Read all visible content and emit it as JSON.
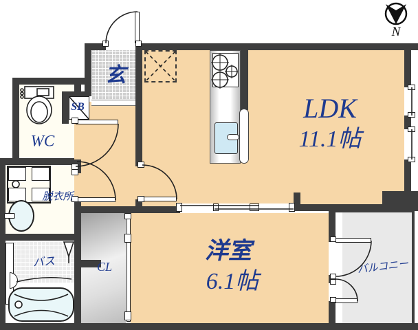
{
  "title": "apartment-floor-plan",
  "compass": {
    "label": "N"
  },
  "rooms": {
    "genkan": {
      "label": "玄"
    },
    "shoebox": {
      "label": "SB"
    },
    "wc": {
      "label": "WC"
    },
    "dressing": {
      "label": "脱衣所"
    },
    "bath": {
      "label": "バス"
    },
    "closet": {
      "label": "CL"
    },
    "ldk": {
      "label": "LDK",
      "area": "11.1帖"
    },
    "western_room": {
      "label": "洋室",
      "area": "6.1帖"
    },
    "balcony": {
      "label": "バルコニー"
    }
  },
  "colors": {
    "wall": "#3e3e3e",
    "room_floor": "#f7d7a8",
    "genkan_tile": "#cfcfcf",
    "balcony_floor": "#e9e9e9",
    "closet_floor_gradient": [
      "#9f9f9f",
      "#f0f0f0",
      "#bdbdbd"
    ],
    "label_text": "#1e3a8f",
    "bathtub_water": "#e9f7f9",
    "sink_water": "#cfe9f4",
    "compass_ink": "#111111"
  }
}
